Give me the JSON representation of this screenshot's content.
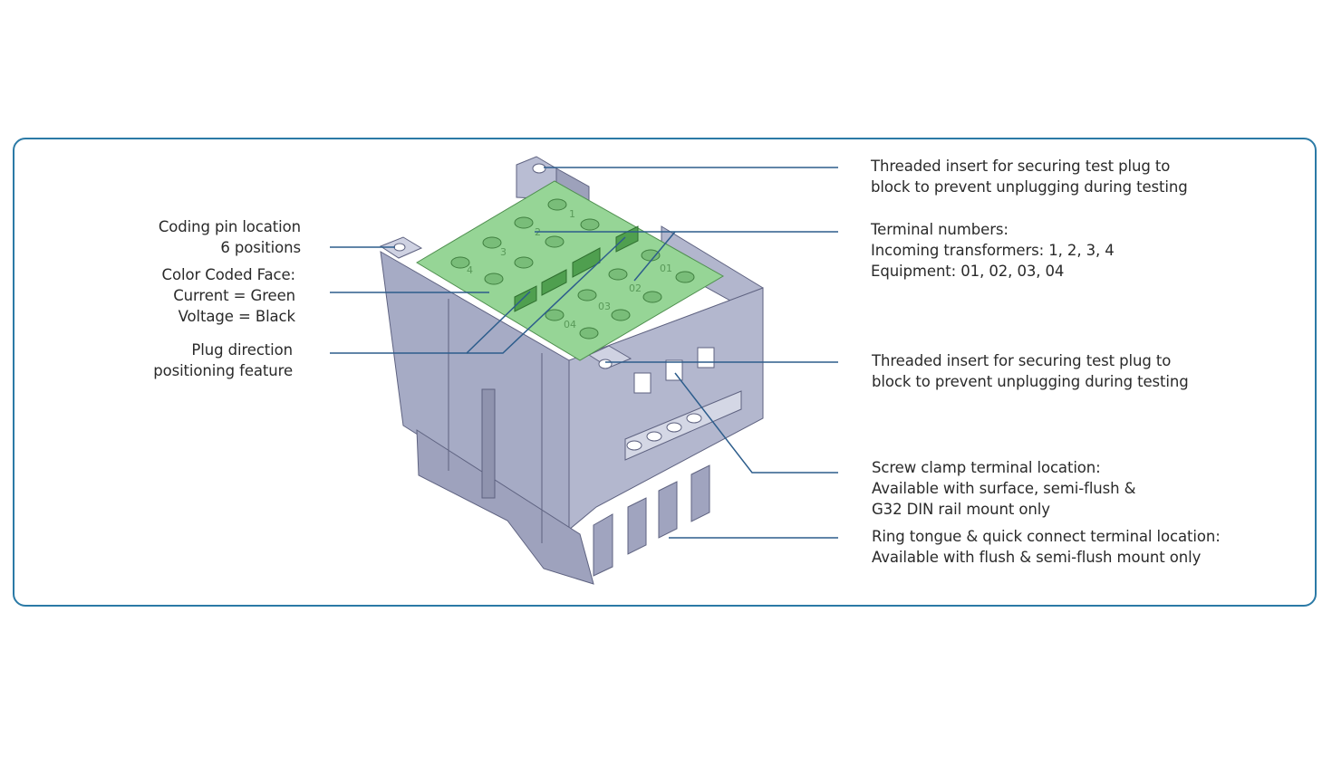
{
  "labels": {
    "threaded_top": {
      "line1": "Threaded insert for securing test plug to",
      "line2": "block to prevent unplugging during testing"
    },
    "terminal_numbers": {
      "line1": "Terminal numbers:",
      "line2": "Incoming transformers: 1, 2, 3, 4",
      "line3": "Equipment: 01, 02, 03, 04"
    },
    "threaded_mid": {
      "line1": "Threaded insert for securing test plug to",
      "line2": "block to prevent unplugging during testing"
    },
    "screw_clamp": {
      "line1": "Screw clamp terminal location:",
      "line2": "Available with surface, semi-flush &",
      "line3": "G32 DIN rail mount only"
    },
    "ring_tongue": {
      "line1": "Ring tongue & quick connect terminal location:",
      "line2": "Available with flush & semi-flush mount only"
    },
    "coding_pin": {
      "line1": "Coding pin location",
      "line2": "6 positions"
    },
    "color_face": {
      "line1": "Color Coded Face:",
      "line2": "Current = Green",
      "line3": "Voltage = Black"
    },
    "plug_direction": {
      "line1": "Plug direction",
      "line2": "positioning feature"
    }
  },
  "face_numbers": {
    "n1": "1",
    "n2": "2",
    "n3": "3",
    "n4": "4",
    "n01": "01",
    "n02": "02",
    "n03": "03",
    "n04": "04"
  },
  "colors": {
    "frame": "#2b7aa6",
    "leader": "#2d5d8c",
    "face_green": "#96d596",
    "body_gray": "#a3a8c2"
  }
}
